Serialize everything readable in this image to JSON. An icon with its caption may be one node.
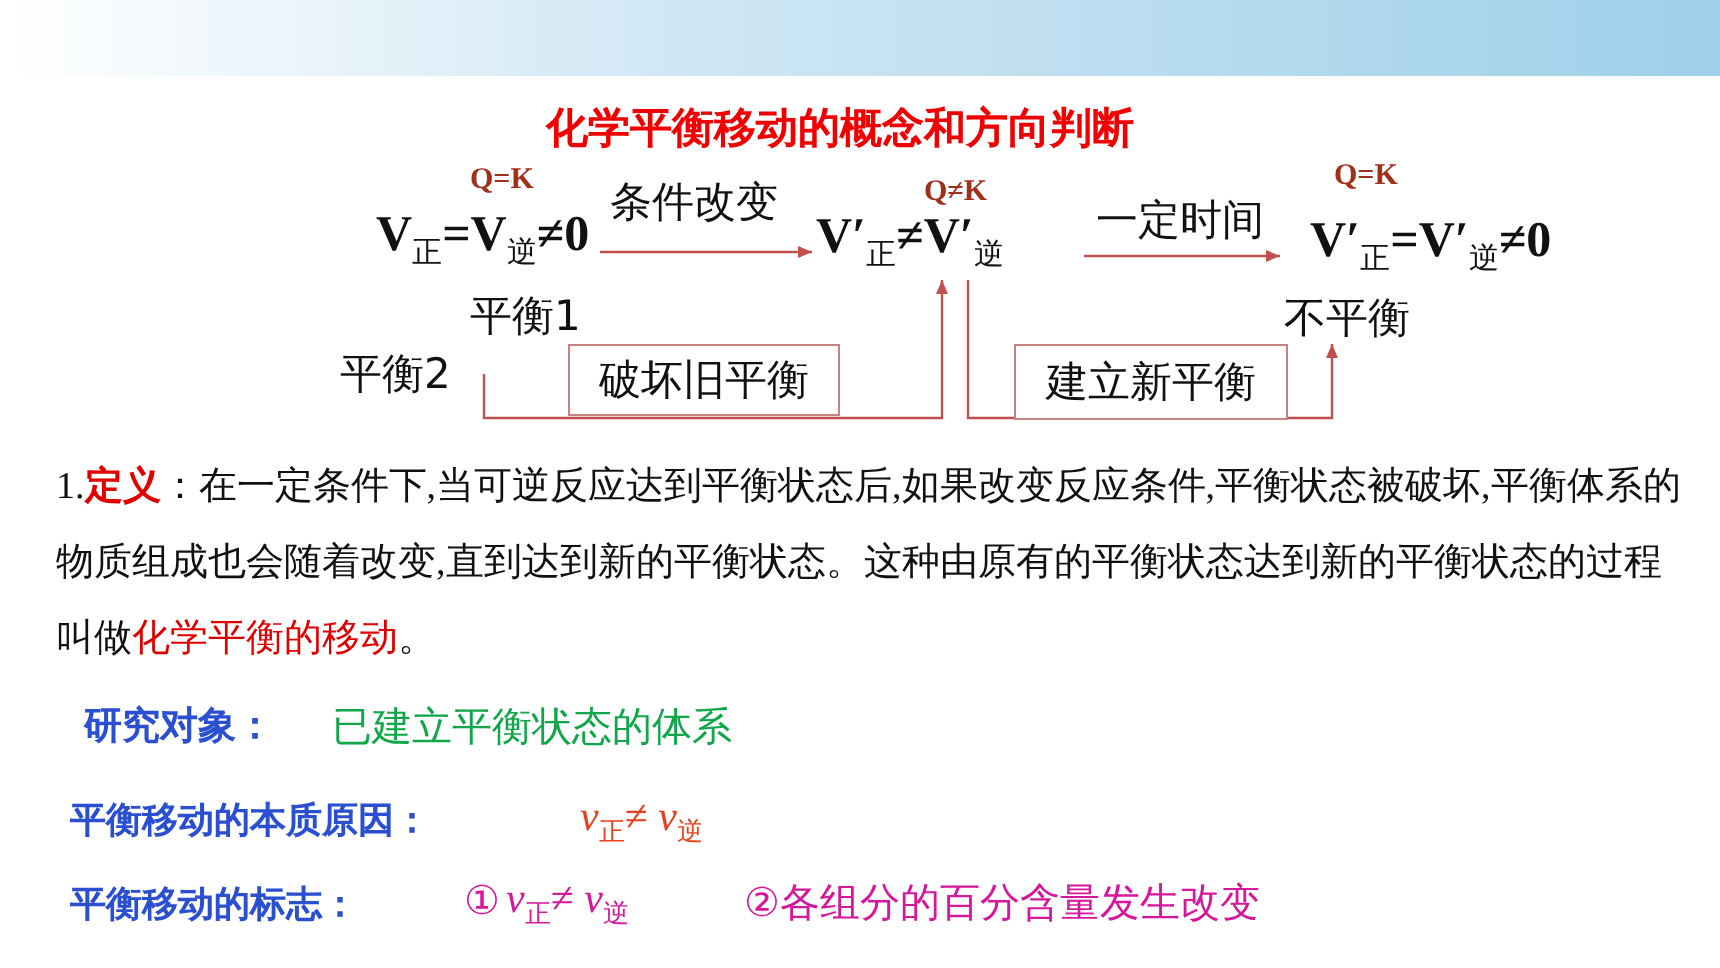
{
  "diagram": {
    "title": "化学平衡移动的概念和方向判断",
    "nodes": [
      {
        "text": [
          "V$_{正}$=V$_{逆}$≠0",
          "平衡1"
        ],
        "beside": [
          "Q=K"
        ]
      },
      {
        "text": [
          "V′$_{正}$≠V′$_{逆}$"
        ],
        "beside": [
          "Q≠K"
        ]
      },
      {
        "text": [
          "V′$_{正}$=V′$_{逆}$≠0",
          "不平衡"
        ],
        "beside": [
          "Q=K"
        ]
      },
      {
        "text": [
          "平衡2"
        ]
      },
      {
        "text": [
          "破坏旧平衡"
        ]
      },
      {
        "text": [
          "建立新平衡"
        ]
      }
    ],
    "edges": [
      {
        "from": 0,
        "to": 1,
        "arrow": "to",
        "label": "条件改变"
      },
      {
        "from": 1,
        "to": 2,
        "arrow": "to",
        "label": "一定时间"
      },
      {
        "from": 3,
        "to": 1,
        "arrow": "to"
      },
      {
        "from": 1,
        "to": 2,
        "arrow": "to"
      }
    ],
    "labels": [
      "1.**定义**：在一定条件下,当可逆反应达到平衡状态后,如果改变反应条件,平衡状态被破坏,平衡体系的物质组成也会随着改变,直到达到新的平衡状态。这种由原有的平衡状态达到新的平衡状态的过程叫做**化学平衡的移动**。",
      "研究对象：",
      "已建立平衡状态的体系",
      "平衡移动的本质原因：",
      "*v*$_{正}$≠ *v*$_{逆}$",
      "平衡移动的标志：",
      "①",
      "*v*$_{正}$≠ *v*$_{逆}$",
      "②各组分的百分含量发生改变"
    ]
  }
}
